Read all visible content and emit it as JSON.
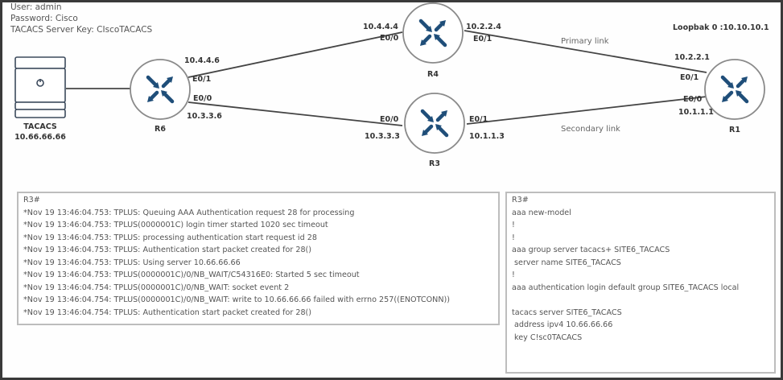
{
  "credentials": {
    "user": "User: admin",
    "password": "Password: Cisco",
    "server_key": "TACACS Server Key: CIscoTACACS"
  },
  "topology": {
    "colors": {
      "router_arrow": "#1f4e79",
      "router_ring": "#8a8a8a",
      "link": "#444444"
    },
    "tacacs": {
      "name": "TACACS",
      "ip": "10.66.66.66"
    },
    "routers": {
      "r6": {
        "name": "R6",
        "e01_ip": "10.4.4.6",
        "e01": "E0/1",
        "e00": "E0/0",
        "e00_ip": "10.3.3.6"
      },
      "r4": {
        "name": "R4",
        "e00_ip": "10.4.4.4",
        "e00": "E0/0",
        "e01_ip": "10.2.2.4",
        "e01": "E0/1"
      },
      "r3": {
        "name": "R3",
        "e00": "E0/0",
        "e00_ip": "10.3.3.3",
        "e01": "E0/1",
        "e01_ip": "10.1.1.3"
      },
      "r1": {
        "name": "R1",
        "loopback": "Loopbak 0 :10.10.10.1",
        "e01_ip": "10.2.2.1",
        "e01": "E0/1",
        "e00": "E0/0",
        "e00_ip": "10.1.1.1"
      }
    },
    "links": {
      "primary": "Primary  link",
      "secondary": "Secondary  link"
    }
  },
  "debug_log": {
    "lines": [
      "R3#",
      "*Nov 19 13:46:04.753: TPLUS: Queuing AAA Authentication request 28 for processing",
      "*Nov 19 13:46:04.753: TPLUS(0000001C) login timer started 1020 sec timeout",
      "*Nov 19 13:46:04.753: TPLUS: processing authentication start request id 28",
      "*Nov 19 13:46:04.753: TPLUS: Authentication start packet created for 28()",
      "*Nov 19 13:46:04.753: TPLUS: Using server 10.66.66.66",
      "*Nov 19 13:46:04.753: TPLUS(0000001C)/0/NB_WAIT/C54316E0: Started 5 sec timeout",
      "*Nov 19 13:46:04.754: TPLUS(0000001C)/0/NB_WAIT: socket event 2",
      "*Nov 19 13:46:04.754: TPLUS(0000001C)/0/NB_WAIT: write to 10.66.66.66 failed with errno 257((ENOTCONN))",
      "*Nov 19 13:46:04.754: TPLUS: Authentication start packet created for 28()"
    ]
  },
  "config": {
    "lines": [
      "R3#",
      "aaa new-model",
      "!",
      "!",
      "aaa group server tacacs+ SITE6_TACACS",
      " server name SITE6_TACACS",
      "!",
      "aaa authentication login default group SITE6_TACACS local",
      "",
      "tacacs server SITE6_TACACS",
      " address ipv4 10.66.66.66",
      " key C!sc0TACACS"
    ]
  }
}
